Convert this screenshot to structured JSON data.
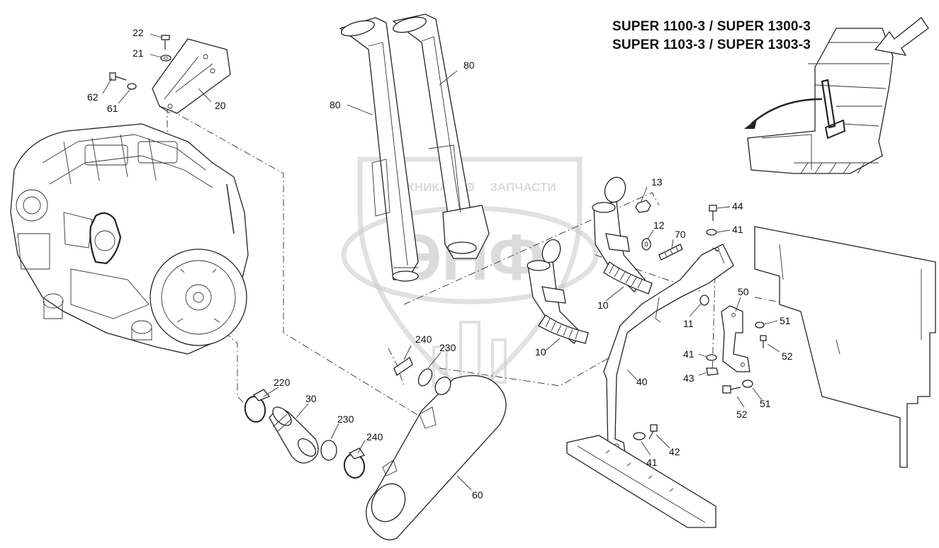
{
  "title": {
    "line1": "SUPER 1100-3 / SUPER 1300-3",
    "line2": "SUPER 1103-3 / SUPER 1303-3"
  },
  "watermark": {
    "logo_text": "ЭНФ",
    "tagline_left": "ТЕХНИКА",
    "tagline_right": "ЗАПЧАСТИ"
  },
  "callouts": {
    "c22": "22",
    "c21": "21",
    "c62": "62",
    "c61": "61",
    "c20": "20",
    "c80a": "80",
    "c80b": "80",
    "c13": "13",
    "c12": "12",
    "c70": "70",
    "c10a": "10",
    "c10b": "10",
    "c11": "11",
    "c44": "44",
    "c41a": "41",
    "c50": "50",
    "c51a": "51",
    "c52a": "52",
    "c41b": "41",
    "c43": "43",
    "c52b": "52",
    "c51b": "51",
    "c40": "40",
    "c41c": "41",
    "c42": "42",
    "c240a": "240",
    "c230a": "230",
    "c220": "220",
    "c30": "30",
    "c230b": "230",
    "c240b": "240",
    "c60": "60"
  }
}
